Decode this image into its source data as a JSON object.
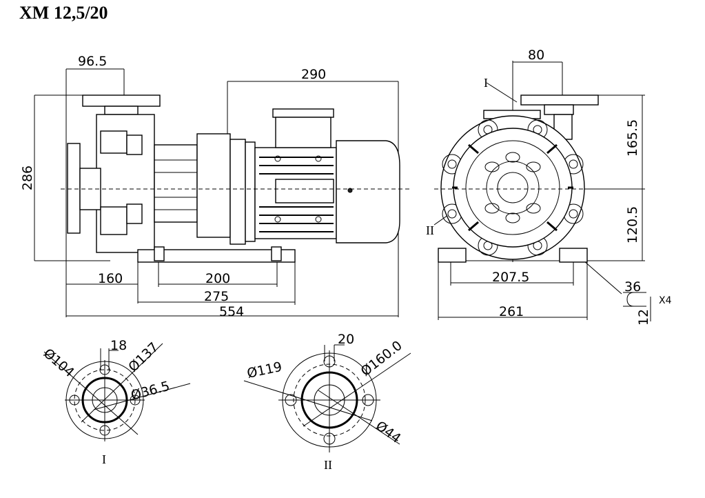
{
  "title": "XM 12,5/20",
  "side_view": {
    "dims": {
      "top_offset": "96.5",
      "motor_length": "290",
      "height": "286",
      "left_offset": "160",
      "foot_spacing": "200",
      "base_length": "275",
      "total_length": "554"
    }
  },
  "front_view": {
    "dims": {
      "outlet_offset": "80",
      "upper_height": "165.5",
      "lower_height": "120.5",
      "foot_spacing": "207.5",
      "base_width": "261",
      "slot_width": "36",
      "slot_count": "X4",
      "slot_height": "12"
    },
    "labels": {
      "flange_one": "I",
      "flange_two": "II"
    }
  },
  "flange_one": {
    "label": "I",
    "dims": {
      "bolt_hole": "18",
      "outer": "Ø104",
      "pitch": "Ø137",
      "bore": "Ø36.5"
    }
  },
  "flange_two": {
    "label": "II",
    "dims": {
      "bolt_hole": "20",
      "outer": "Ø119",
      "pitch": "Ø160.0",
      "bore": "Ø44"
    }
  }
}
